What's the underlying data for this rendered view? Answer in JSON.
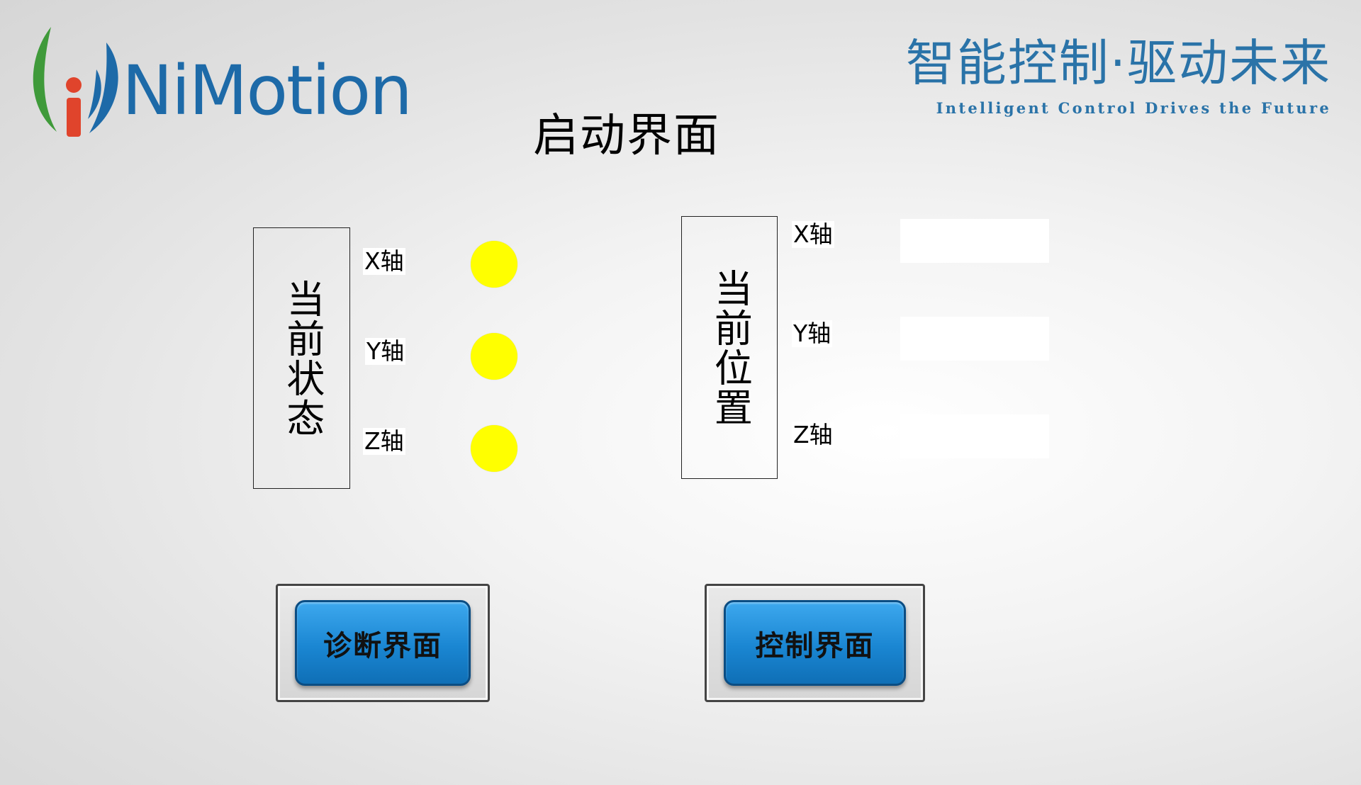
{
  "brand": {
    "logo_text": "NiMotion",
    "slogan_cn": "智能控制·驱动未来",
    "slogan_en": "Intelligent Control Drives the Future"
  },
  "page": {
    "title": "启动界面"
  },
  "status_panel": {
    "label": "当前状态",
    "axes": [
      {
        "label": "X轴",
        "indicator_color": "#ffff00"
      },
      {
        "label": "Y轴",
        "indicator_color": "#ffff00"
      },
      {
        "label": "Z轴",
        "indicator_color": "#ffff00"
      }
    ]
  },
  "position_panel": {
    "label": "当前位置",
    "axes": [
      {
        "label": "X轴",
        "value": ""
      },
      {
        "label": "Y轴",
        "value": ""
      },
      {
        "label": "Z轴",
        "value": ""
      }
    ]
  },
  "buttons": {
    "diagnostics": "诊断界面",
    "control": "控制界面"
  },
  "colors": {
    "brand_blue": "#1d6aa8",
    "button_blue": "#1a86d2",
    "indicator_yellow": "#ffff00"
  }
}
